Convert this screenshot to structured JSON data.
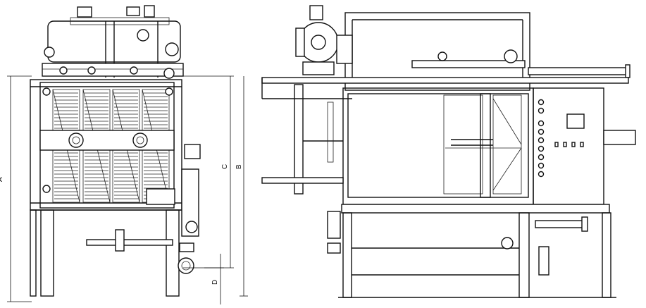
{
  "dimensions": {
    "A": "A",
    "B": "B",
    "C": "C",
    "D": "D"
  }
}
